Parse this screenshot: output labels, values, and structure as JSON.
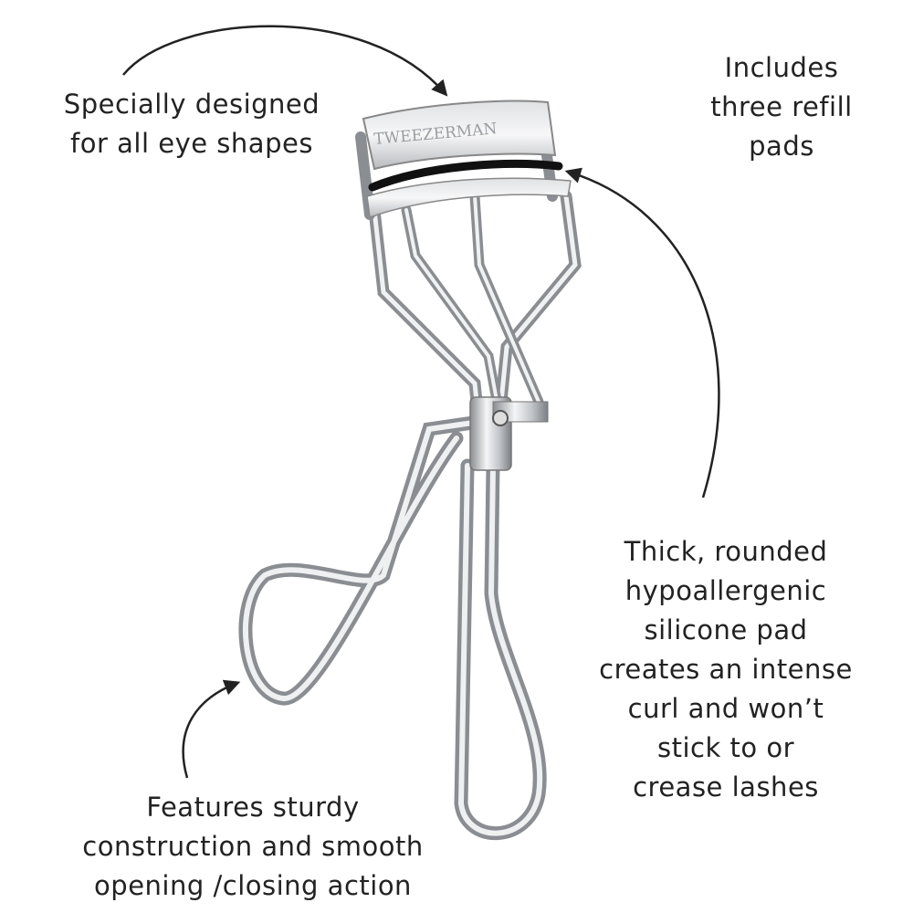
{
  "product": {
    "brand_engraving": "TWEEZERMAN"
  },
  "callouts": {
    "eye_shapes": [
      "Specially designed",
      "for all eye shapes"
    ],
    "refill_pads": [
      "Includes",
      "three refill",
      "pads"
    ],
    "silicone_pad": [
      "Thick, rounded",
      "hypoallergenic",
      "silicone pad",
      "creates an intense",
      "curl and won’t",
      "stick to or",
      "crease lashes"
    ],
    "construction": [
      "Features sturdy",
      "construction and smooth",
      "opening /closing action"
    ]
  },
  "colors": {
    "text": "#222222",
    "arrow": "#222222",
    "metal": "#b9bcc0",
    "pad": "#111111"
  }
}
